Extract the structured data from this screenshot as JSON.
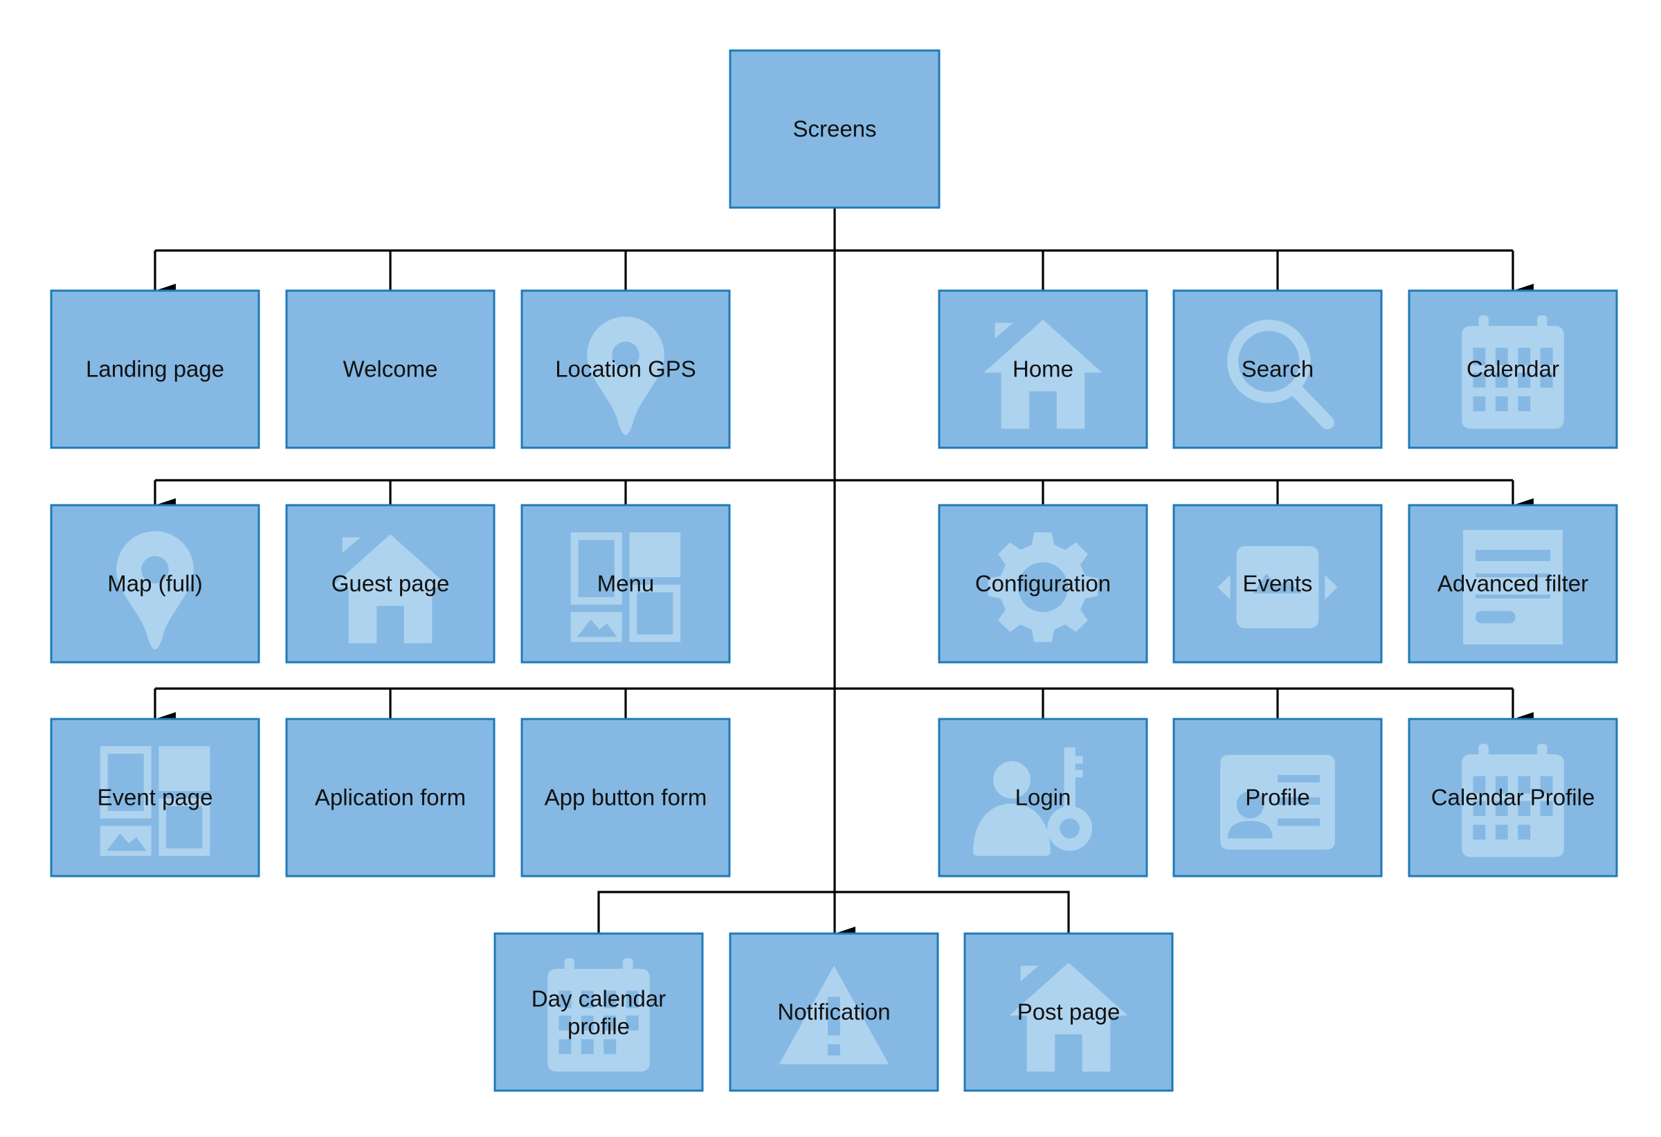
{
  "root": {
    "label": "Screens"
  },
  "rows": [
    {
      "left": [
        {
          "label": "Landing page",
          "icon": ""
        },
        {
          "label": "Welcome",
          "icon": ""
        },
        {
          "label": "Location GPS",
          "icon": "map-pin-icon"
        }
      ],
      "right": [
        {
          "label": "Home",
          "icon": "house-icon"
        },
        {
          "label": "Search",
          "icon": "magnifier-icon"
        },
        {
          "label": "Calendar",
          "icon": "calendar-icon"
        }
      ]
    },
    {
      "left": [
        {
          "label": "Map (full)",
          "icon": "map-pin-icon"
        },
        {
          "label": "Guest page",
          "icon": "house-icon"
        },
        {
          "label": "Menu",
          "icon": "layout-icon"
        }
      ],
      "right": [
        {
          "label": "Configuration",
          "icon": "gear-icon"
        },
        {
          "label": "Events",
          "icon": "image-carousel-icon"
        },
        {
          "label": "Advanced filter",
          "icon": "form-icon"
        }
      ]
    },
    {
      "left": [
        {
          "label": "Event page",
          "icon": "layout-icon"
        },
        {
          "label": "Aplication form",
          "icon": ""
        },
        {
          "label": "App button form",
          "icon": ""
        }
      ],
      "right": [
        {
          "label": "Login",
          "icon": "user-key-icon"
        },
        {
          "label": "Profile",
          "icon": "id-card-icon"
        },
        {
          "label": "Calendar Profile",
          "icon": "calendar-icon"
        }
      ]
    }
  ],
  "bottom": [
    {
      "label": "Day calendar profile",
      "label_lines": [
        "Day calendar",
        "profile"
      ],
      "icon": "calendar-icon"
    },
    {
      "label": "Notification",
      "icon": "warning-icon"
    },
    {
      "label": "Post page",
      "icon": "house-icon"
    }
  ],
  "colors": {
    "box_fill": "#85b9e3",
    "box_border": "#1e7ab8",
    "icon_fill": "#aed3ef",
    "connector": "#000000"
  }
}
